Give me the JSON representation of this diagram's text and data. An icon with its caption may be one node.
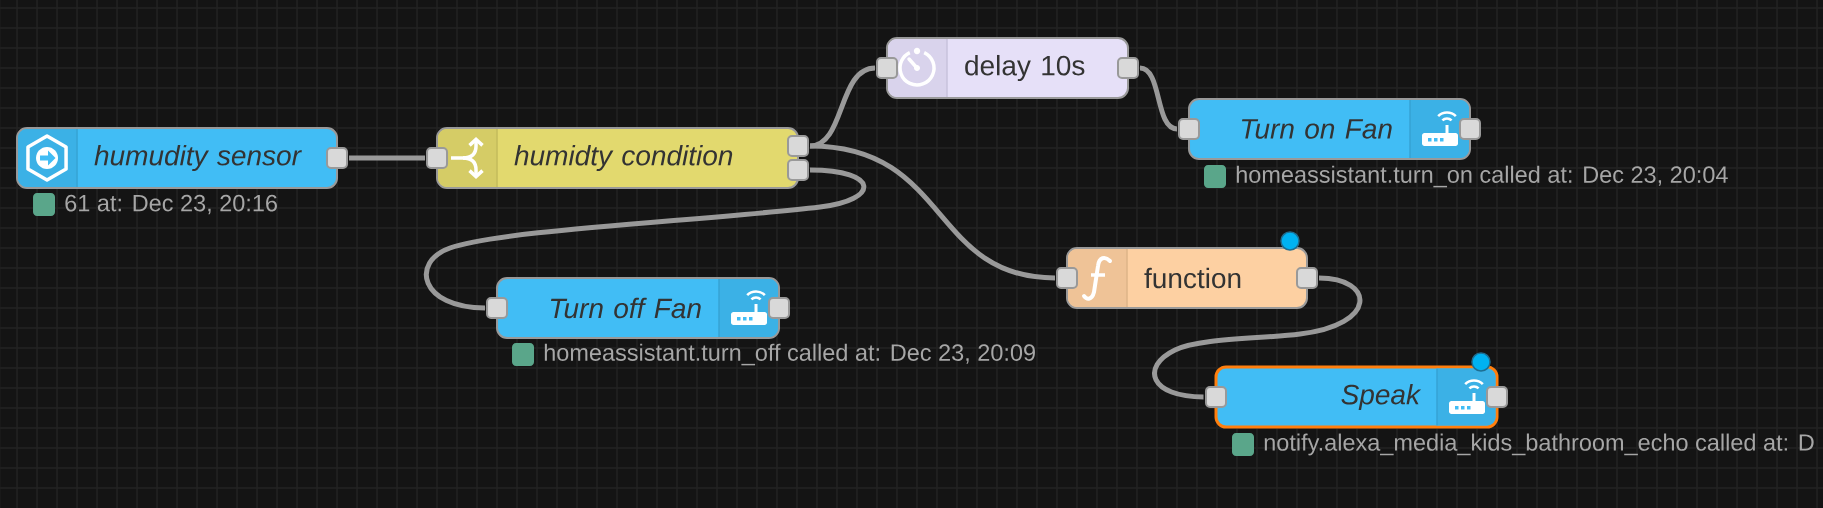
{
  "diagram": {
    "nodes": [
      {
        "text": [
          "humudity sensor"
        ],
        "beside": [
          "61 at: Dec 23, 20:16"
        ]
      },
      {
        "text": [
          "humidty condition"
        ]
      },
      {
        "text": [
          "delay 10s"
        ]
      },
      {
        "text": [
          "Turn on Fan"
        ],
        "beside": [
          "homeassistant.turn_on called at: Dec 23, 20:04"
        ]
      },
      {
        "text": [
          "Turn off Fan"
        ],
        "beside": [
          "homeassistant.turn_off called at: Dec 23, 20:09"
        ]
      },
      {
        "text": [
          "function"
        ]
      },
      {
        "text": [
          "Speak"
        ],
        "beside": [
          "notify.alexa_media_kids_bathroom_echo called at: D"
        ]
      }
    ],
    "edges": [
      {
        "from": 0,
        "to": 1,
        "arrow": "none"
      },
      {
        "from": 1,
        "to": 2,
        "arrow": "none"
      },
      {
        "from": 1,
        "to": 5,
        "arrow": "none"
      },
      {
        "from": 1,
        "to": 4,
        "arrow": "none"
      },
      {
        "from": 2,
        "to": 3,
        "arrow": "none"
      },
      {
        "from": 5,
        "to": 6,
        "arrow": "none"
      }
    ]
  }
}
